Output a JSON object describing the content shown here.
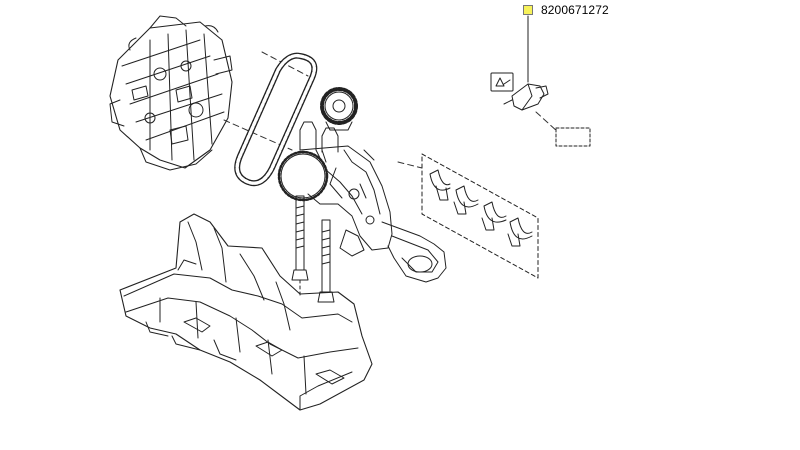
{
  "diagram": {
    "part_number_label": "8200671272",
    "colors": {
      "marker_fill": "#f7f25a",
      "line": "#222222",
      "background": "#ffffff"
    },
    "icons": [
      "engine-block-illustration",
      "timing-chain-illustration",
      "sprocket-illustration",
      "oil-pump-illustration",
      "bolt-illustration",
      "bearing-shells-illustration",
      "oil-sump-illustration",
      "pressure-sensor-illustration"
    ]
  }
}
